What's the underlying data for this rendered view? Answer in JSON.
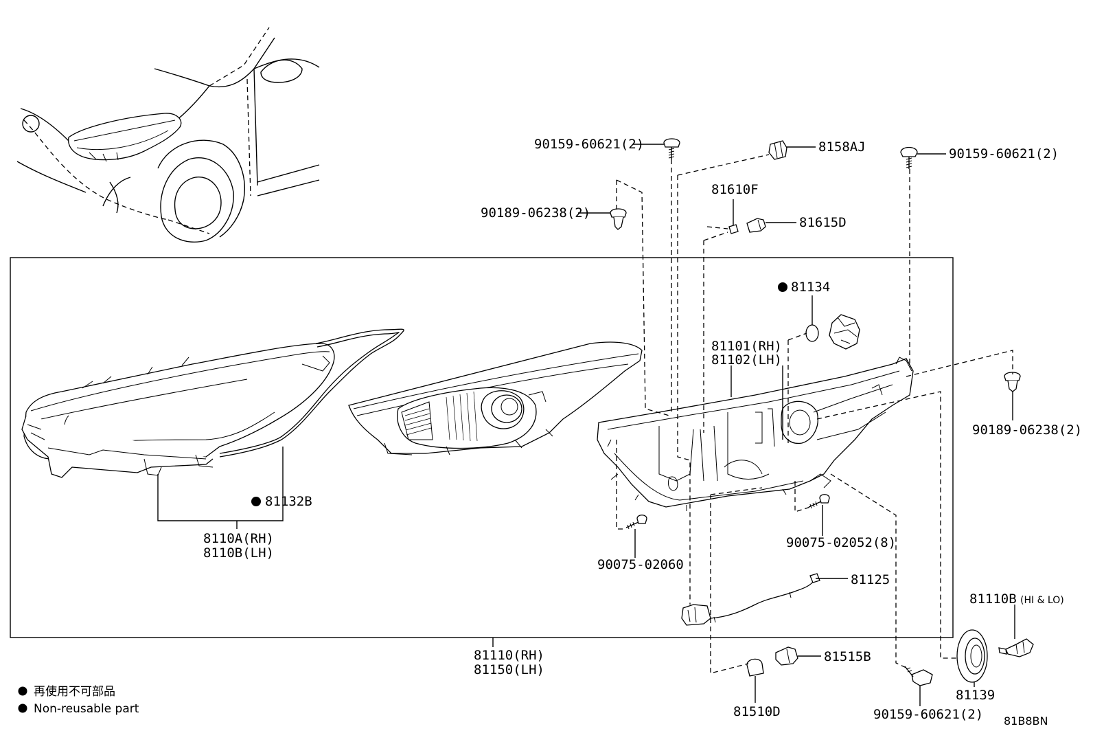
{
  "labels": {
    "p_90159_top_left": "90159-60621(2)",
    "p_8158aj": "8158AJ",
    "p_90159_top_right": "90159-60621(2)",
    "p_81610f": "81610F",
    "p_90189_left": "90189-06238(2)",
    "p_81615d": "81615D",
    "p_81134": "81134",
    "p_81101": "81101(RH)",
    "p_81102": "81102(LH)",
    "p_90189_right": "90189-06238(2)",
    "p_81132b": "81132B",
    "p_8110a": "8110A(RH)",
    "p_8110b": "8110B(LH)",
    "p_90075_02060": "90075-02060",
    "p_90075_02052": "90075-02052(8)",
    "p_81125": "81125",
    "p_81110b": "81110B",
    "p_81110b_qual": "(HI & LO)",
    "p_81110": "81110(RH)",
    "p_81150": "81150(LH)",
    "p_81515b": "81515B",
    "p_81510d": "81510D",
    "p_81139": "81139",
    "p_90159_bottom": "90159-60621(2)"
  },
  "legend": {
    "jp": "再使用不可部品",
    "en": "Non-reusable part"
  },
  "diagram_code": "81B8BN",
  "icons": {
    "non_reusable_marker": "filled-circle"
  }
}
